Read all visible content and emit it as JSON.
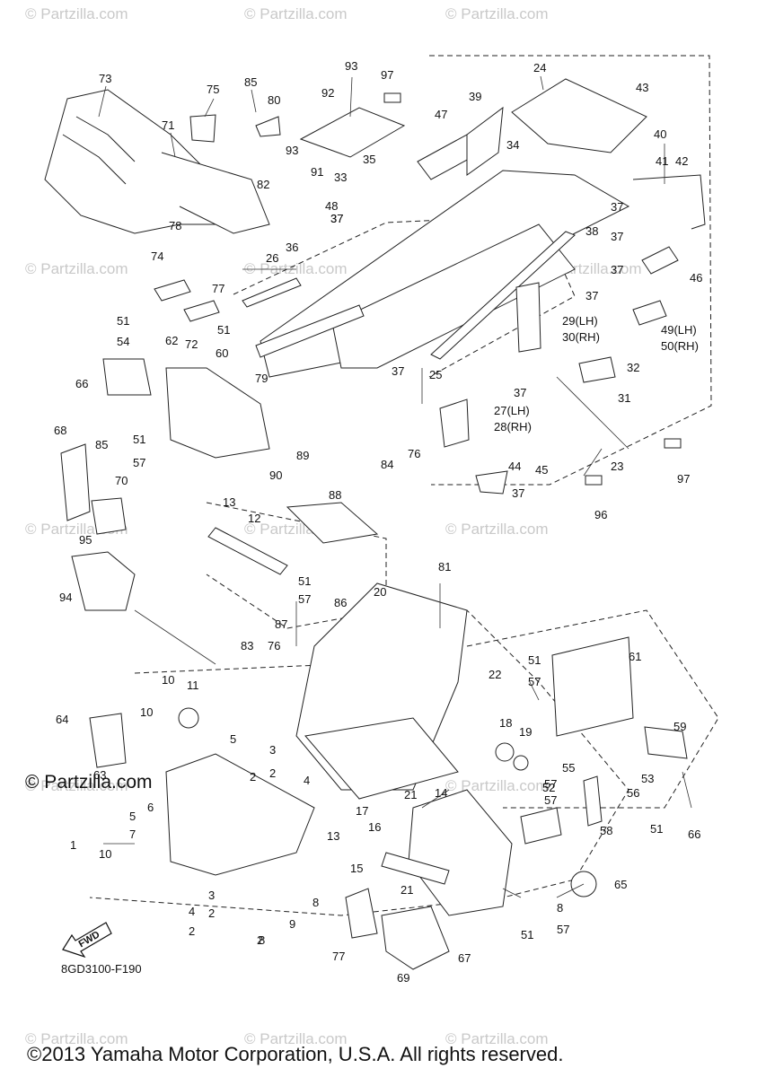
{
  "watermark": "© Partzilla.com",
  "brand_mark": "© Partzilla.com",
  "diagram_code": "8GD3100-F190",
  "fwd_label": "FWD",
  "copyright": "©2013 Yamaha Motor Corporation, U.S.A. All rights reserved.",
  "callouts": [
    "73",
    "71",
    "75",
    "85",
    "80",
    "93",
    "92",
    "97",
    "47",
    "39",
    "24",
    "43",
    "93",
    "91",
    "33",
    "35",
    "48",
    "82",
    "34",
    "40",
    "41",
    "42",
    "37",
    "37",
    "78",
    "36",
    "37",
    "38",
    "37",
    "46",
    "26",
    "37",
    "37",
    "74",
    "77",
    "72",
    "49(LH)",
    "50(RH)",
    "29(LH)",
    "30(RH)",
    "51",
    "54",
    "62",
    "51",
    "60",
    "66",
    "79",
    "25",
    "37",
    "32",
    "31",
    "37",
    "27(LH)",
    "28(RH)",
    "68",
    "85",
    "51",
    "57",
    "84",
    "76",
    "44",
    "45",
    "37",
    "23",
    "97",
    "70",
    "89",
    "90",
    "88",
    "13",
    "12",
    "96",
    "95",
    "94",
    "81",
    "20",
    "51",
    "57",
    "86",
    "87",
    "83",
    "76",
    "22",
    "51",
    "57",
    "61",
    "10",
    "11",
    "64",
    "10",
    "5",
    "2",
    "3",
    "18",
    "19",
    "59",
    "53",
    "2",
    "4",
    "17",
    "21",
    "14",
    "52",
    "57",
    "55",
    "56",
    "63",
    "6",
    "5",
    "7",
    "16",
    "57",
    "58",
    "51",
    "66",
    "1",
    "10",
    "13",
    "15",
    "21",
    "65",
    "3",
    "2",
    "8",
    "9",
    "8",
    "4",
    "2",
    "2",
    "8",
    "57",
    "51",
    "77",
    "69",
    "67",
    "85"
  ]
}
